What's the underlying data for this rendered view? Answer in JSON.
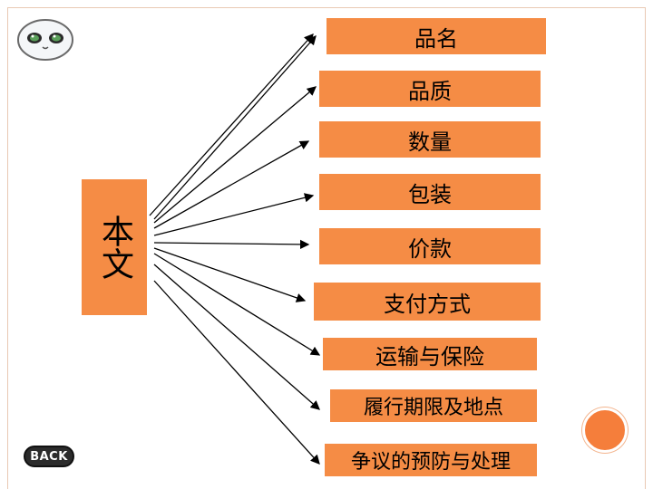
{
  "root": {
    "label": "本文"
  },
  "items": [
    {
      "label": "品名"
    },
    {
      "label": "品质"
    },
    {
      "label": "数量"
    },
    {
      "label": "包装"
    },
    {
      "label": "价款"
    },
    {
      "label": "支付方式"
    },
    {
      "label": "运输与保险"
    },
    {
      "label": "履行期限及地点"
    },
    {
      "label": "争议的预防与处理"
    }
  ],
  "nav": {
    "back_label": "BACK"
  },
  "colors": {
    "box_fill": "#f58c45",
    "arrow": "#000000",
    "frame": "#e9c9b3"
  },
  "icons": {
    "mascot": "cartoon-face-icon",
    "decor": "orange-circle"
  }
}
